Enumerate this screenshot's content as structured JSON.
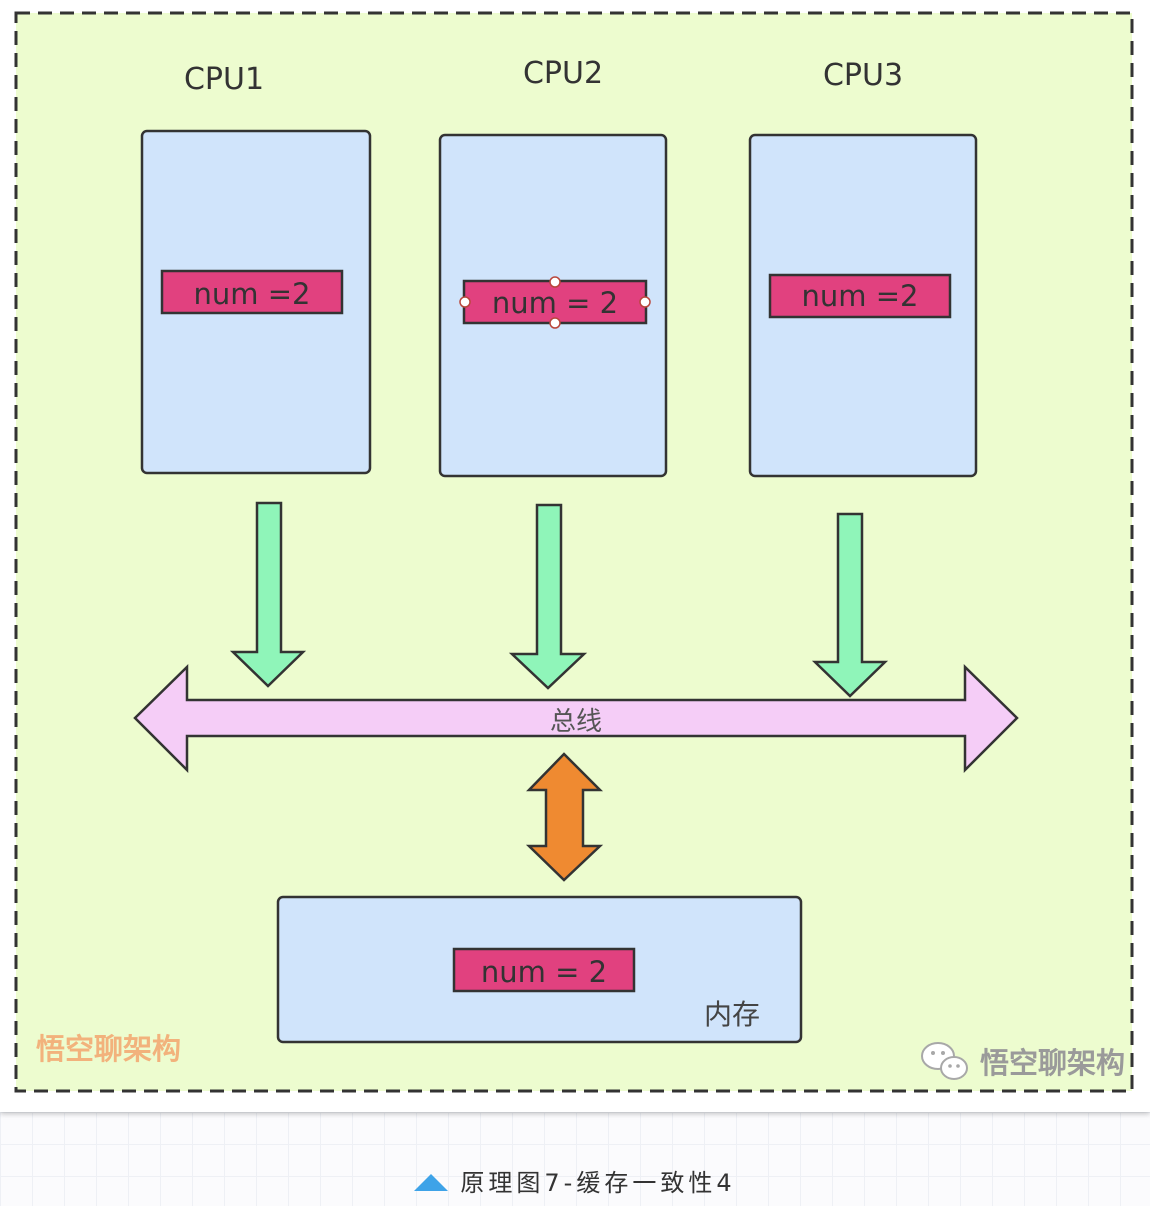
{
  "diagram": {
    "cpus": [
      {
        "title": "CPU1",
        "cache_value": "num =2"
      },
      {
        "title": "CPU2",
        "cache_value": "num = 2"
      },
      {
        "title": "CPU3",
        "cache_value": "num =2"
      }
    ],
    "bus_label": "总线",
    "memory": {
      "label": "内存",
      "value": "num = 2"
    },
    "watermark_left": "悟空聊架构",
    "watermark_right": "悟空聊架构"
  },
  "caption": "原理图7-缓存一致性4",
  "colors": {
    "background": "#edfccf",
    "cpu_box": "#d0e4fb",
    "cache_cell": "#e1417f",
    "down_arrow": "#8ff5b9",
    "bus": "#f5cdf7",
    "memory_arrow": "#ef8a31",
    "caption_marker": "#3ea3e8"
  }
}
